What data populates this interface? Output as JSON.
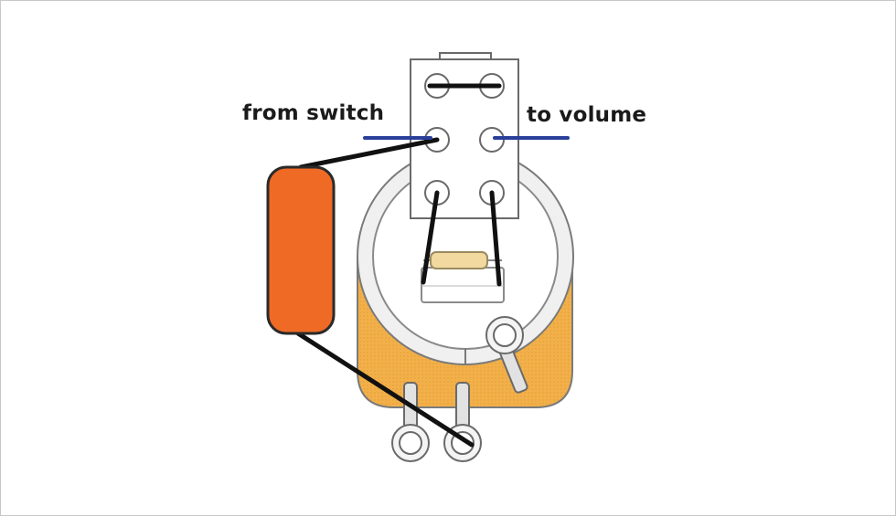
{
  "labels": {
    "from_switch": "from switch",
    "to_volume": "to volume"
  },
  "colors": {
    "capacitor": "#ef6a25",
    "pot_body": "#f2b04a",
    "pot_face": "#eeeeee",
    "wire": "#111111",
    "lead": "#2a3f9a",
    "resistor": "#f2d9a0"
  },
  "parts": {
    "switch": "push-pull-switch",
    "pot": "potentiometer",
    "capacitor": "capacitor",
    "resistor": "resistor"
  }
}
